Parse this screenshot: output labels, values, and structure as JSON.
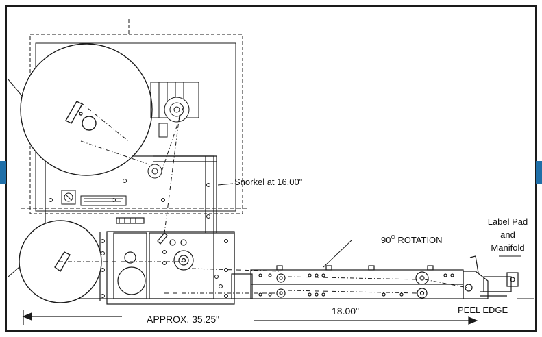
{
  "labels": {
    "snorkel": "Snorkel at 16.00\"",
    "rotation_prefix": "90",
    "rotation_sup": "O",
    "rotation_suffix": " ROTATION",
    "label_pad_line1": "Label Pad",
    "label_pad_line2": "and",
    "label_pad_line3": "Manifold",
    "approx": "APPROX. 35.25\"",
    "length": "18.00\"",
    "peel_edge": "PEEL EDGE"
  },
  "colors": {
    "line": "#1a1a1a",
    "side_tab": "#1f6fa8",
    "background": "#ffffff"
  }
}
